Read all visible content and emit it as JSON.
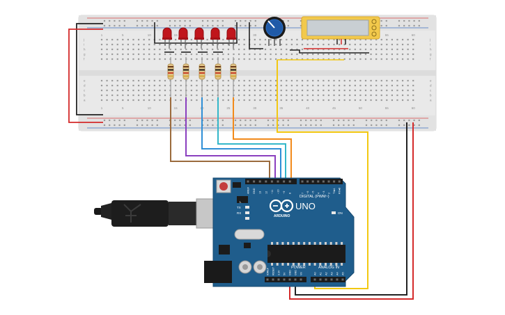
{
  "circuit": {
    "breadboard": {
      "column_numbers": [
        "1",
        "5",
        "10",
        "15",
        "20",
        "25",
        "30",
        "35",
        "40",
        "45",
        "50",
        "55",
        "60"
      ],
      "row_letters_top": [
        "j",
        "i",
        "h",
        "g",
        "f"
      ],
      "row_letters_bottom": [
        "e",
        "d",
        "c",
        "b",
        "a"
      ]
    },
    "leds": {
      "count": 5,
      "color": "#c0151b"
    },
    "resistors": {
      "count": 5
    },
    "potentiometer": {
      "knob_color": "#1f5aa8"
    },
    "lcd": {
      "body_color": "#f2c94c",
      "screen_color": "#c9cfd3"
    },
    "wire_colors": {
      "ground": "#222222",
      "power": "#d42a2a",
      "pin12": "#9b6b3d",
      "pin11": "#8a3fbf",
      "pin10": "#2f8fd6",
      "pin9": "#33b7c9",
      "pin8": "#f28a1a",
      "analog": "#f2c811"
    },
    "arduino": {
      "board_color": "#1f5d8c",
      "logo_text": "UNO",
      "brand_text": "ARDUINO",
      "digital_label": "DIGITAL (PWM~)",
      "power_label": "POWER",
      "analog_label": "ANALOG IN",
      "tx_label": "TX",
      "rx_label": "RX",
      "l_label": "L",
      "on_label": "ON",
      "digital_pins": [
        "AREF",
        "GND",
        "13",
        "12",
        "~11",
        "~10",
        "~9",
        "8",
        "7",
        "~6",
        "~5",
        "4",
        "~3",
        "2",
        "TX▸1",
        "RX◂0"
      ],
      "power_pins": [
        "IOREF",
        "RESET",
        "3.3V",
        "5V",
        "GND",
        "GND",
        "Vin"
      ],
      "analog_pins": [
        "A0",
        "A1",
        "A2",
        "A3",
        "A4",
        "A5"
      ]
    }
  }
}
